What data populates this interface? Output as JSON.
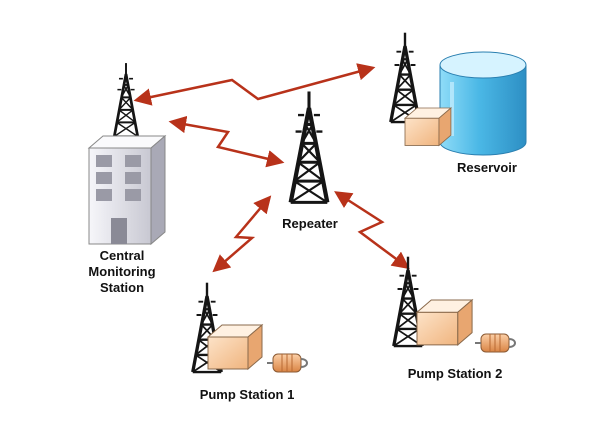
{
  "labels": {
    "central": "Central\nMonitoring\nStation",
    "repeater": "Repeater",
    "reservoir": "Reservoir",
    "pump1": "Pump Station 1",
    "pump2": "Pump Station 2"
  },
  "colors": {
    "tower": "#151515",
    "link": "#b8321a",
    "tank_top": "#cfefff",
    "tank_body": "#5cc8f0",
    "box": "#f3c89c",
    "building": "#e9e9ef"
  },
  "icons": [
    "radio-tower-icon",
    "building-icon",
    "water-tank-icon",
    "rtu-box-icon",
    "pump-icon",
    "lightning-link-icon"
  ]
}
